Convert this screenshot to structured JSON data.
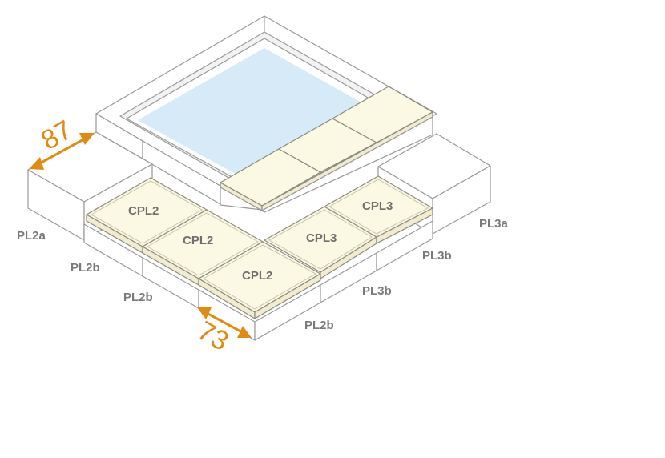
{
  "diagram": {
    "pavers": [
      {
        "id": "cpl2-back",
        "label": "CPL2"
      },
      {
        "id": "cpl2-middle",
        "label": "CPL2"
      },
      {
        "id": "cpl2-front",
        "label": "CPL2"
      },
      {
        "id": "cpl3-back",
        "label": "CPL3"
      },
      {
        "id": "cpl3-front",
        "label": "CPL3"
      }
    ],
    "blocks": [
      {
        "id": "pl2a",
        "label": "PL2a"
      },
      {
        "id": "pl2b-1",
        "label": "PL2b"
      },
      {
        "id": "pl2b-2",
        "label": "PL2b"
      },
      {
        "id": "pl2b-3",
        "label": "PL2b"
      },
      {
        "id": "pl3b-1",
        "label": "PL3b"
      },
      {
        "id": "pl3b-2",
        "label": "PL3b"
      },
      {
        "id": "pl3a",
        "label": "PL3a"
      }
    ],
    "dimensions": [
      {
        "id": "dim-87",
        "label": "87"
      },
      {
        "id": "dim-73",
        "label": "73"
      }
    ],
    "colors": {
      "accent": "#e08c12",
      "paver": "#fbf8e3",
      "water": "#d6ebf7",
      "outline": "#9a9a9a"
    }
  }
}
